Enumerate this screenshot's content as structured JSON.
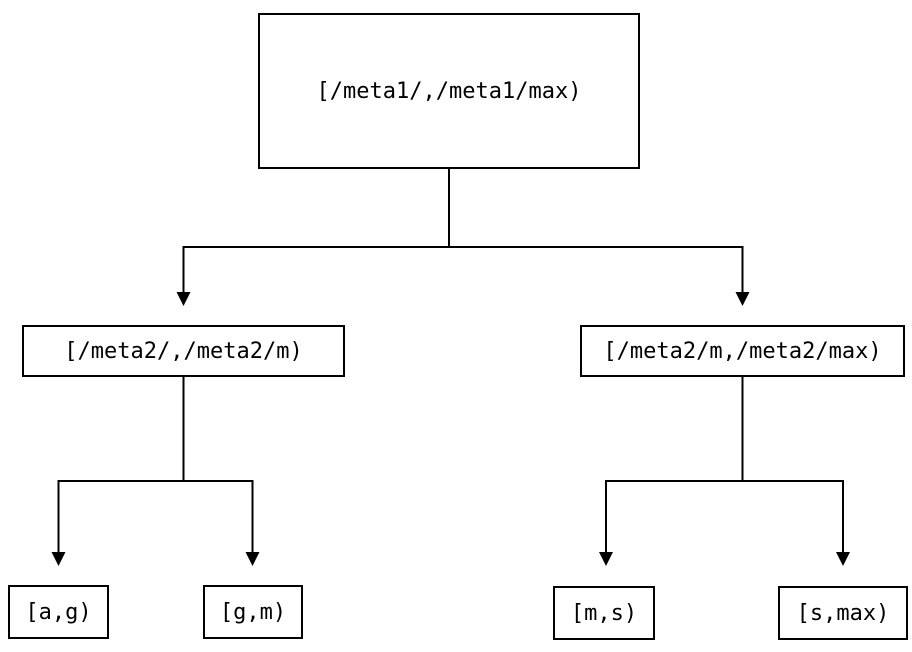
{
  "diagram": {
    "type": "binary-interval-tree",
    "root": {
      "label": "[/meta1/,/meta1/max)"
    },
    "level1": [
      {
        "label": "[/meta2/,/meta2/m)"
      },
      {
        "label": "[/meta2/m,/meta2/max)"
      }
    ],
    "leaves": [
      {
        "label": "[a,g)"
      },
      {
        "label": "[g,m)"
      },
      {
        "label": "[m,s)"
      },
      {
        "label": "[s,max)"
      }
    ],
    "edges": [
      {
        "from": "root",
        "to": "level1.0"
      },
      {
        "from": "root",
        "to": "level1.1"
      },
      {
        "from": "level1.0",
        "to": "leaves.0"
      },
      {
        "from": "level1.0",
        "to": "leaves.1"
      },
      {
        "from": "level1.1",
        "to": "leaves.2"
      },
      {
        "from": "level1.1",
        "to": "leaves.3"
      }
    ],
    "colors": {
      "line": "#000000",
      "box_border": "#000000",
      "text": "#000000",
      "background": "#ffffff"
    }
  }
}
